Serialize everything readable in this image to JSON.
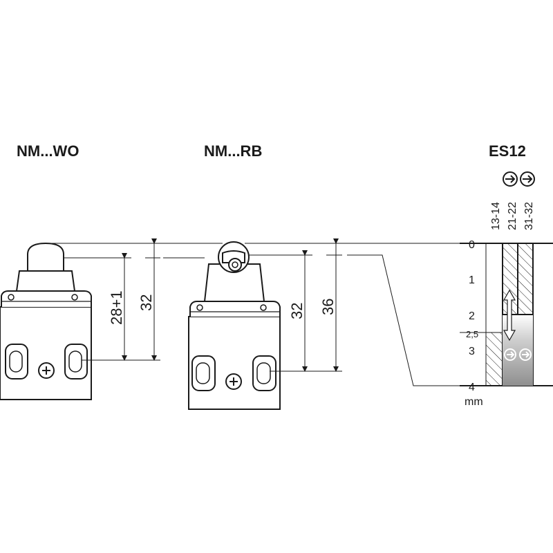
{
  "variants": [
    {
      "model": "NM...WO",
      "dims": [
        "28+1",
        "32"
      ]
    },
    {
      "model": "NM...RB",
      "dims": [
        "32",
        "36"
      ]
    }
  ],
  "diagram": {
    "name": "ES12",
    "contacts": [
      "13-14",
      "21-22",
      "31-32"
    ],
    "scale_labels": [
      "0",
      "1",
      "2",
      "2,5",
      "3",
      "4"
    ],
    "unit": "mm"
  }
}
